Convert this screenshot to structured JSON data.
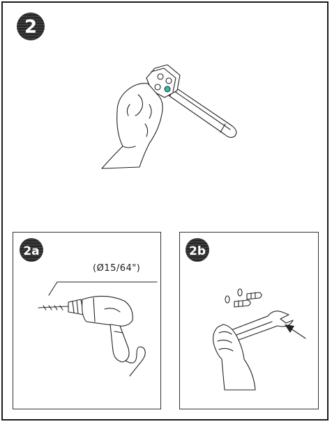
{
  "step": {
    "label": "2"
  },
  "panels": [
    {
      "label": "2a",
      "dimension": "(Ø15/64\")"
    },
    {
      "label": "2b"
    }
  ],
  "colors": {
    "badge": "#2a2a2a",
    "highlight": "#27c2a8",
    "line": "#222222"
  }
}
